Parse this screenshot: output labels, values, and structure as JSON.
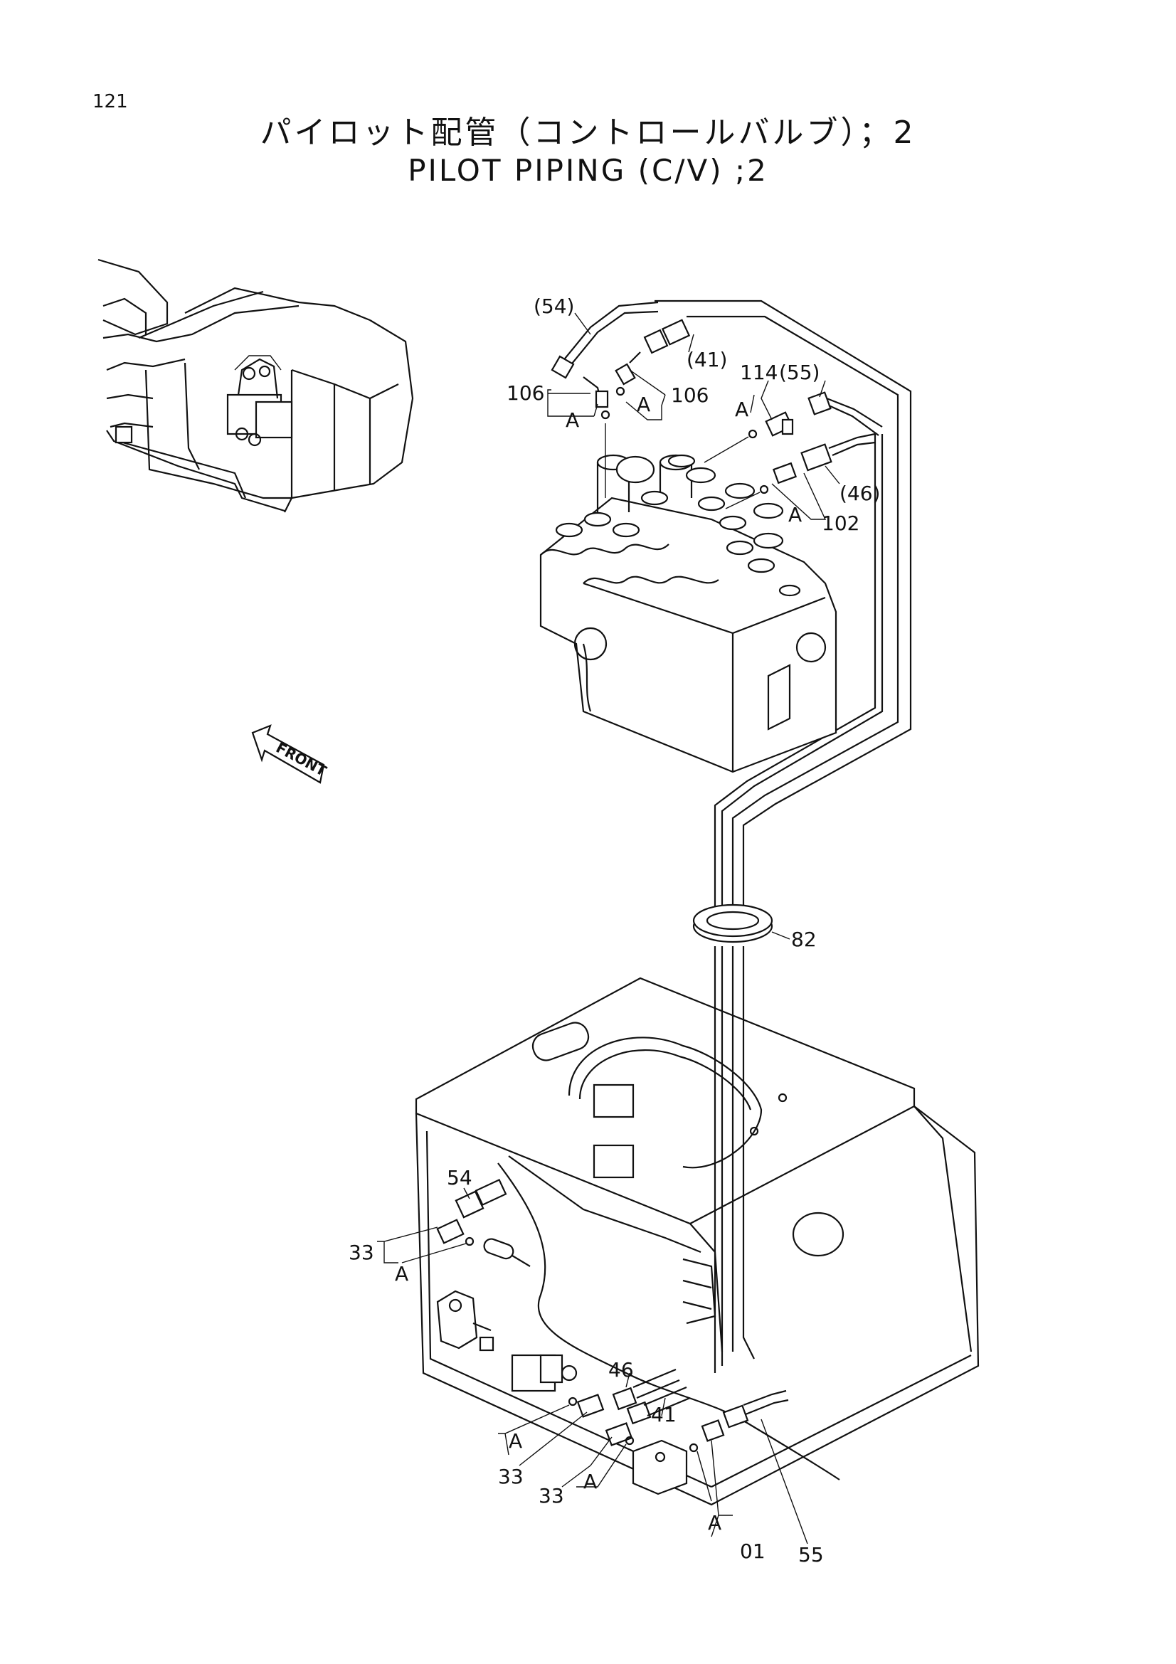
{
  "page": {
    "number": "121",
    "title_jp": "パイロット配管（コントロールバルブ）；2",
    "title_en": "PILOT PIPING (C/V) ;2"
  },
  "front_label": "FRONT",
  "callouts": {
    "c54p": "(54)",
    "c41p": "(41)",
    "c106a": "106",
    "c106b": "106",
    "cA1": "A",
    "cA2": "A",
    "c114": "114",
    "c55p": "(55)",
    "cA3": "A",
    "c46p": "(46)",
    "cA4": "A",
    "c102": "102",
    "c82": "82",
    "c54": "54",
    "c33a": "33",
    "cA5": "A",
    "c46": "46",
    "c41": "41",
    "cA6": "A",
    "c33b": "33",
    "c33c": "33",
    "cA7": "A",
    "cA8": "A",
    "c01": "01",
    "c55": "55"
  }
}
